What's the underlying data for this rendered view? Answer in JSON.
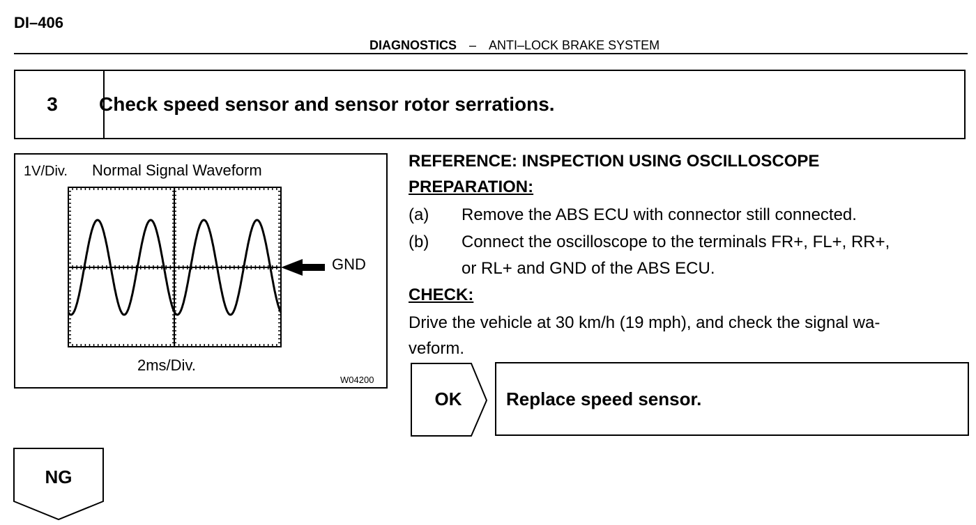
{
  "page": {
    "id": "DI–406",
    "section": "DIAGNOSTICS",
    "separator": "–",
    "subsection": "ANTI–LOCK BRAKE SYSTEM"
  },
  "step": {
    "number": "3",
    "title": "Check speed sensor and sensor rotor serrations."
  },
  "figure": {
    "scale_label": "1V/Div.",
    "title": "Normal Signal Waveform",
    "gnd_label": "GND",
    "time_label": "2ms/Div.",
    "code": "W04200",
    "waveform": {
      "cycles_shown": 4,
      "volts_per_div": 1,
      "ms_per_div": 2
    }
  },
  "reference": {
    "title": "REFERENCE: INSPECTION USING OSCILLOSCOPE",
    "preparation_heading": "PREPARATION:",
    "items": [
      {
        "label": "(a)",
        "lines": [
          "Remove the ABS ECU with connector still connected."
        ]
      },
      {
        "label": "(b)",
        "lines": [
          "Connect the oscilloscope to the terminals FR+, FL+, RR+,",
          "or RL+ and GND of the ABS ECU."
        ]
      }
    ],
    "check_heading": "CHECK:",
    "check_lines": [
      "Drive the vehicle at 30 km/h (19 mph), and check the signal wa-",
      "veform."
    ]
  },
  "results": {
    "ok_label": "OK",
    "ok_action": "Replace speed sensor.",
    "ng_label": "NG"
  }
}
